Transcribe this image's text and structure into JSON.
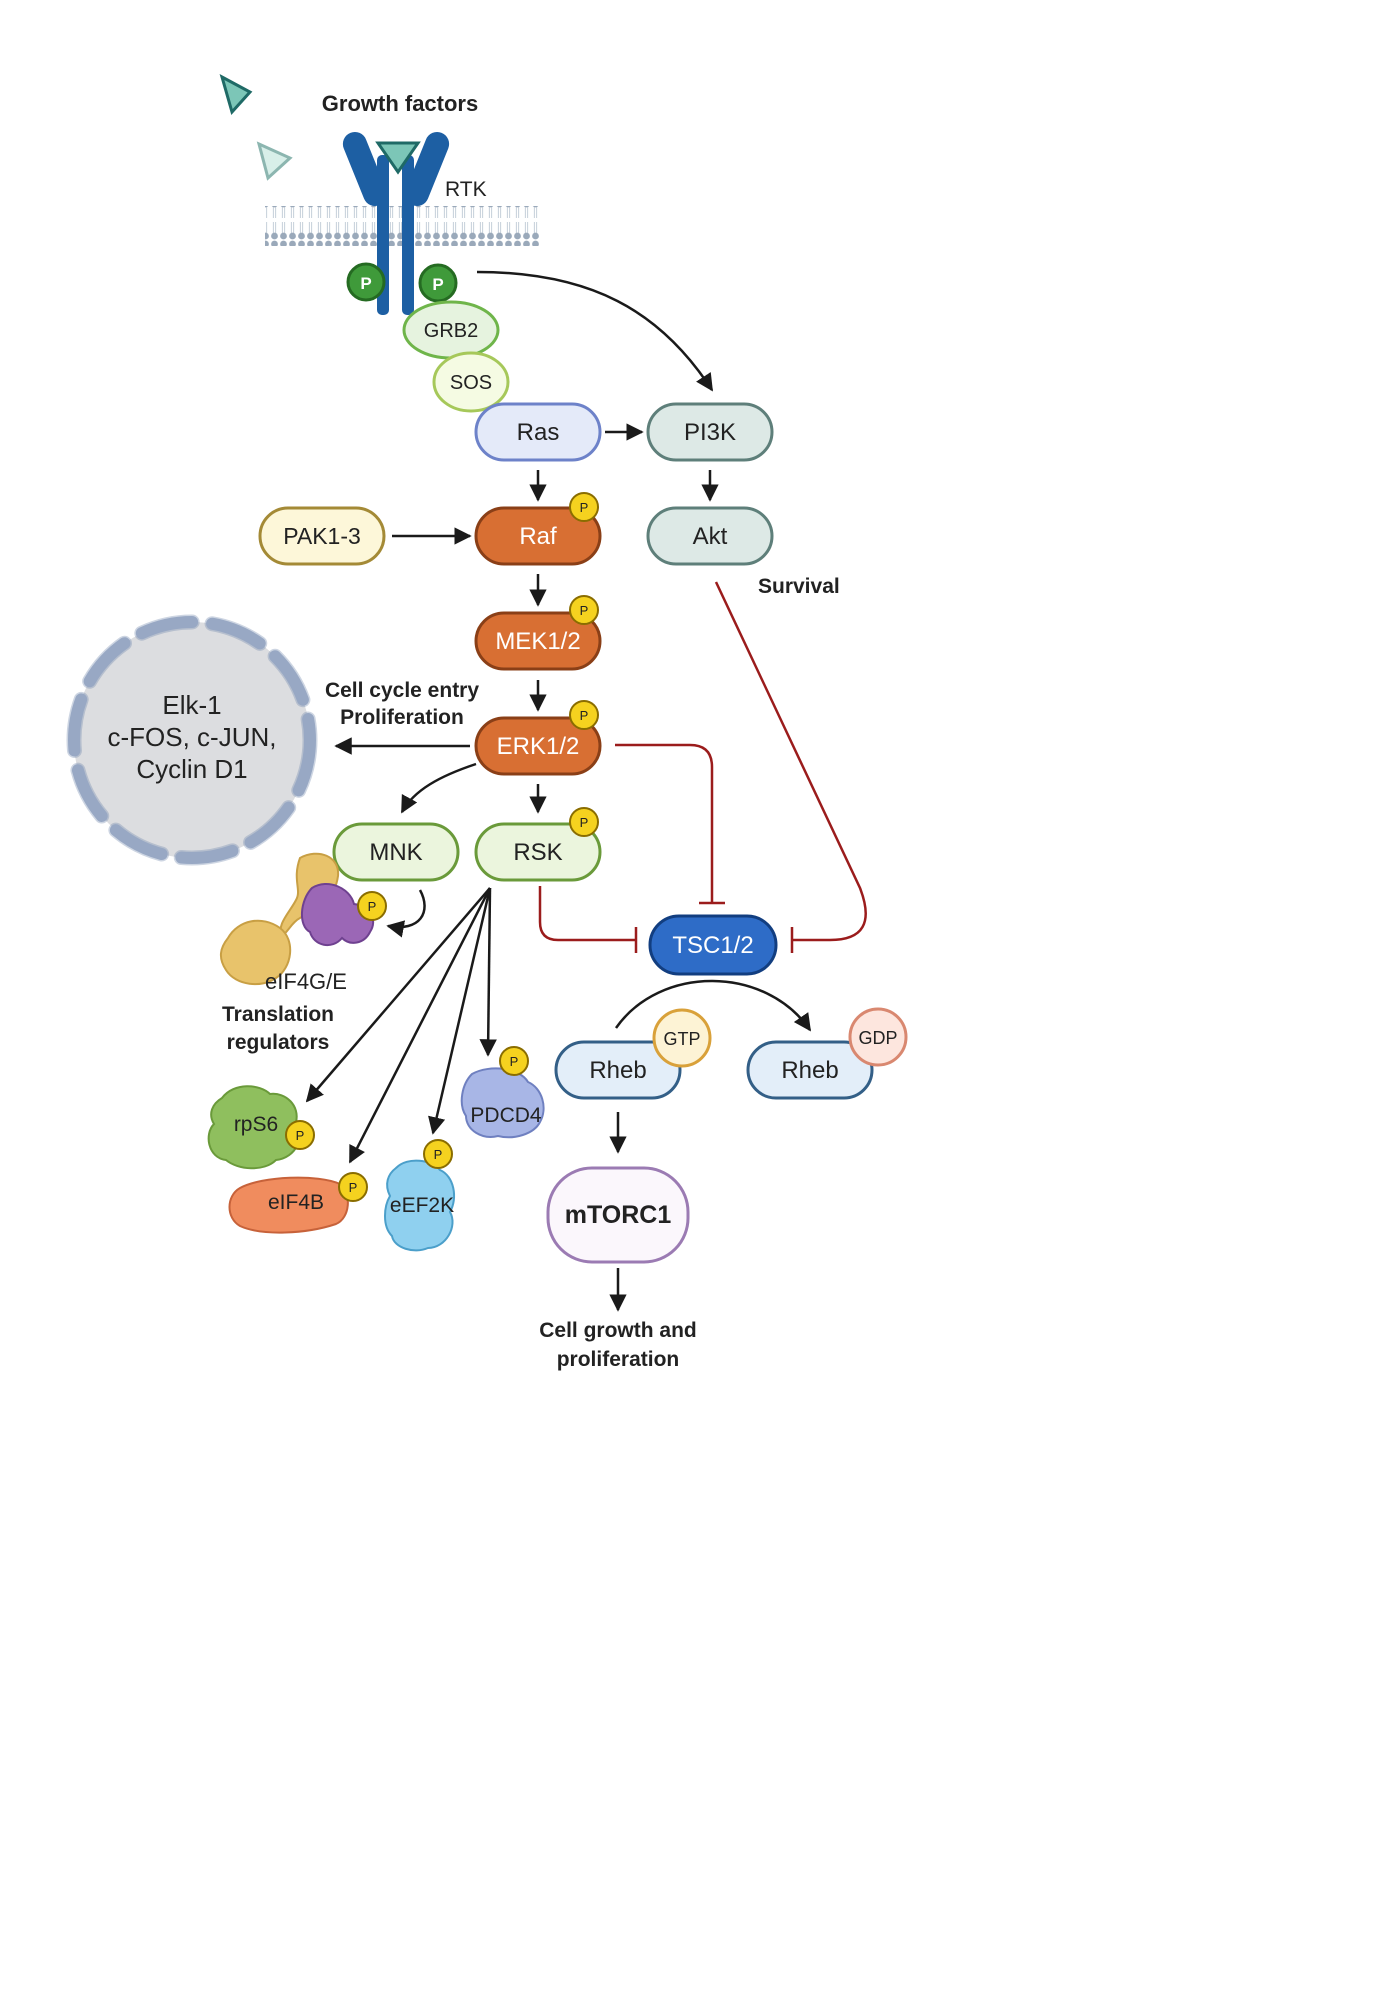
{
  "labels": {
    "growth_factors": "Growth factors",
    "rtk": "RTK",
    "p": "P",
    "grb2": "GRB2",
    "sos": "SOS",
    "ras": "Ras",
    "pi3k": "PI3K",
    "pak": "PAK1-3",
    "raf": "Raf",
    "akt": "Akt",
    "survival": "Survival",
    "mek": "MEK1/2",
    "cell_cycle_1": "Cell cycle entry",
    "cell_cycle_2": "Proliferation",
    "erk": "ERK1/2",
    "nucleus_1": "Elk-1",
    "nucleus_2": "c-FOS, c-JUN,",
    "nucleus_3": "Cyclin D1",
    "mnk": "MNK",
    "rsk": "RSK",
    "tsc": "TSC1/2",
    "eif4ge": "eIF4G/E",
    "translation_1": "Translation",
    "translation_2": "regulators",
    "rheb_gtp": "Rheb",
    "gtp": "GTP",
    "rheb_gdp": "Rheb",
    "gdp": "GDP",
    "rps6": "rpS6",
    "pdcd4": "PDCD4",
    "eif4b": "eIF4B",
    "eef2k": "eEF2K",
    "mtorc1": "mTORC1",
    "growth_1": "Cell growth and",
    "growth_2": "proliferation"
  },
  "colors": {
    "receptor": "#1d5fa3",
    "phospho_green": "#3f9a3a",
    "phospho_yellow": "#f5d21f",
    "kinase_orange": "#d86f33",
    "inhibition_red": "#9b1c1c",
    "tsc_blue": "#2e6cc7"
  }
}
